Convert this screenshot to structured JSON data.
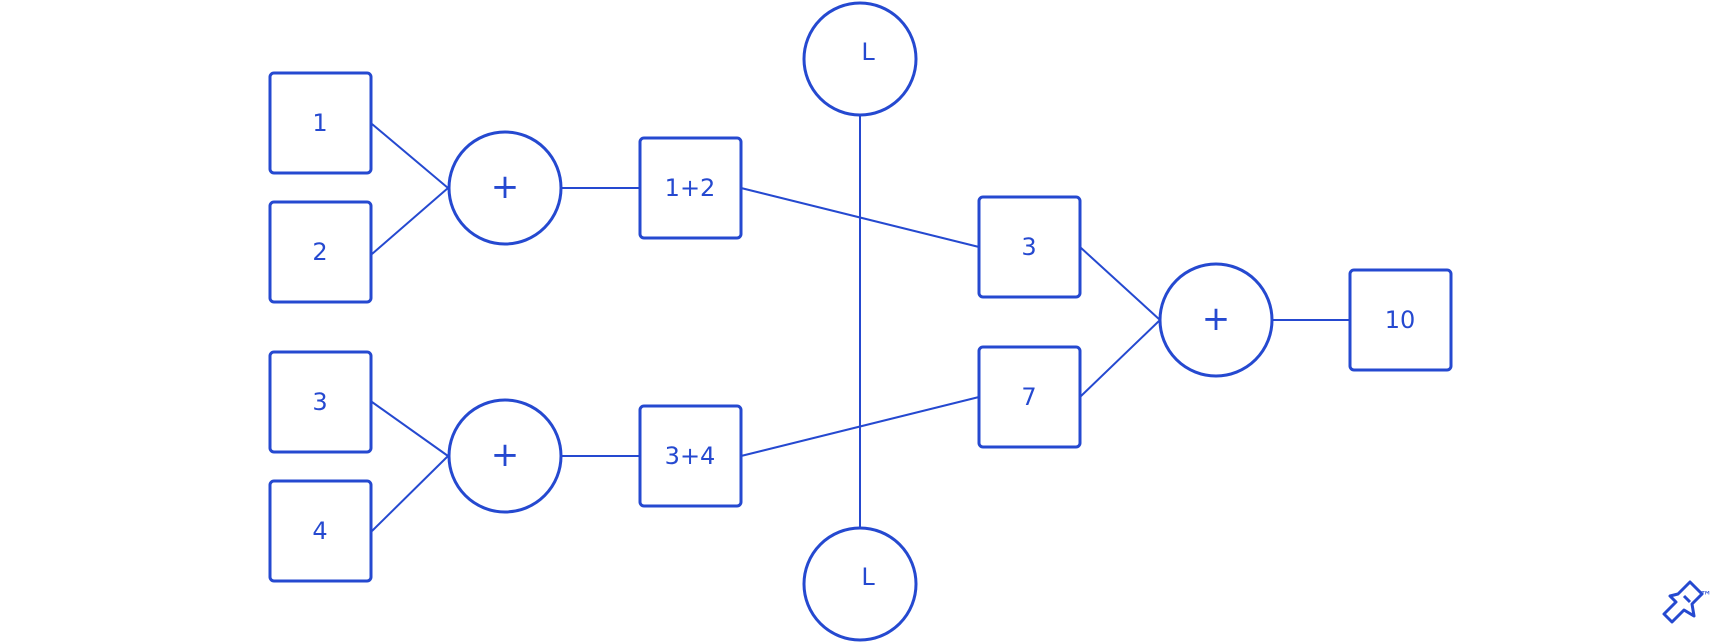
{
  "colors": {
    "stroke": "#2549d0",
    "background": "#ffffff"
  },
  "diagram": {
    "inputs": [
      "1",
      "2",
      "3",
      "4"
    ],
    "operators": [
      "+",
      "+",
      "+"
    ],
    "partials": [
      "1+2",
      "3+4"
    ],
    "results": [
      "3",
      "7"
    ],
    "output": "10",
    "barrier_labels": [
      "L",
      "L"
    ]
  },
  "logo": {
    "trademark": "™",
    "icon": "toptal-logo-icon"
  }
}
